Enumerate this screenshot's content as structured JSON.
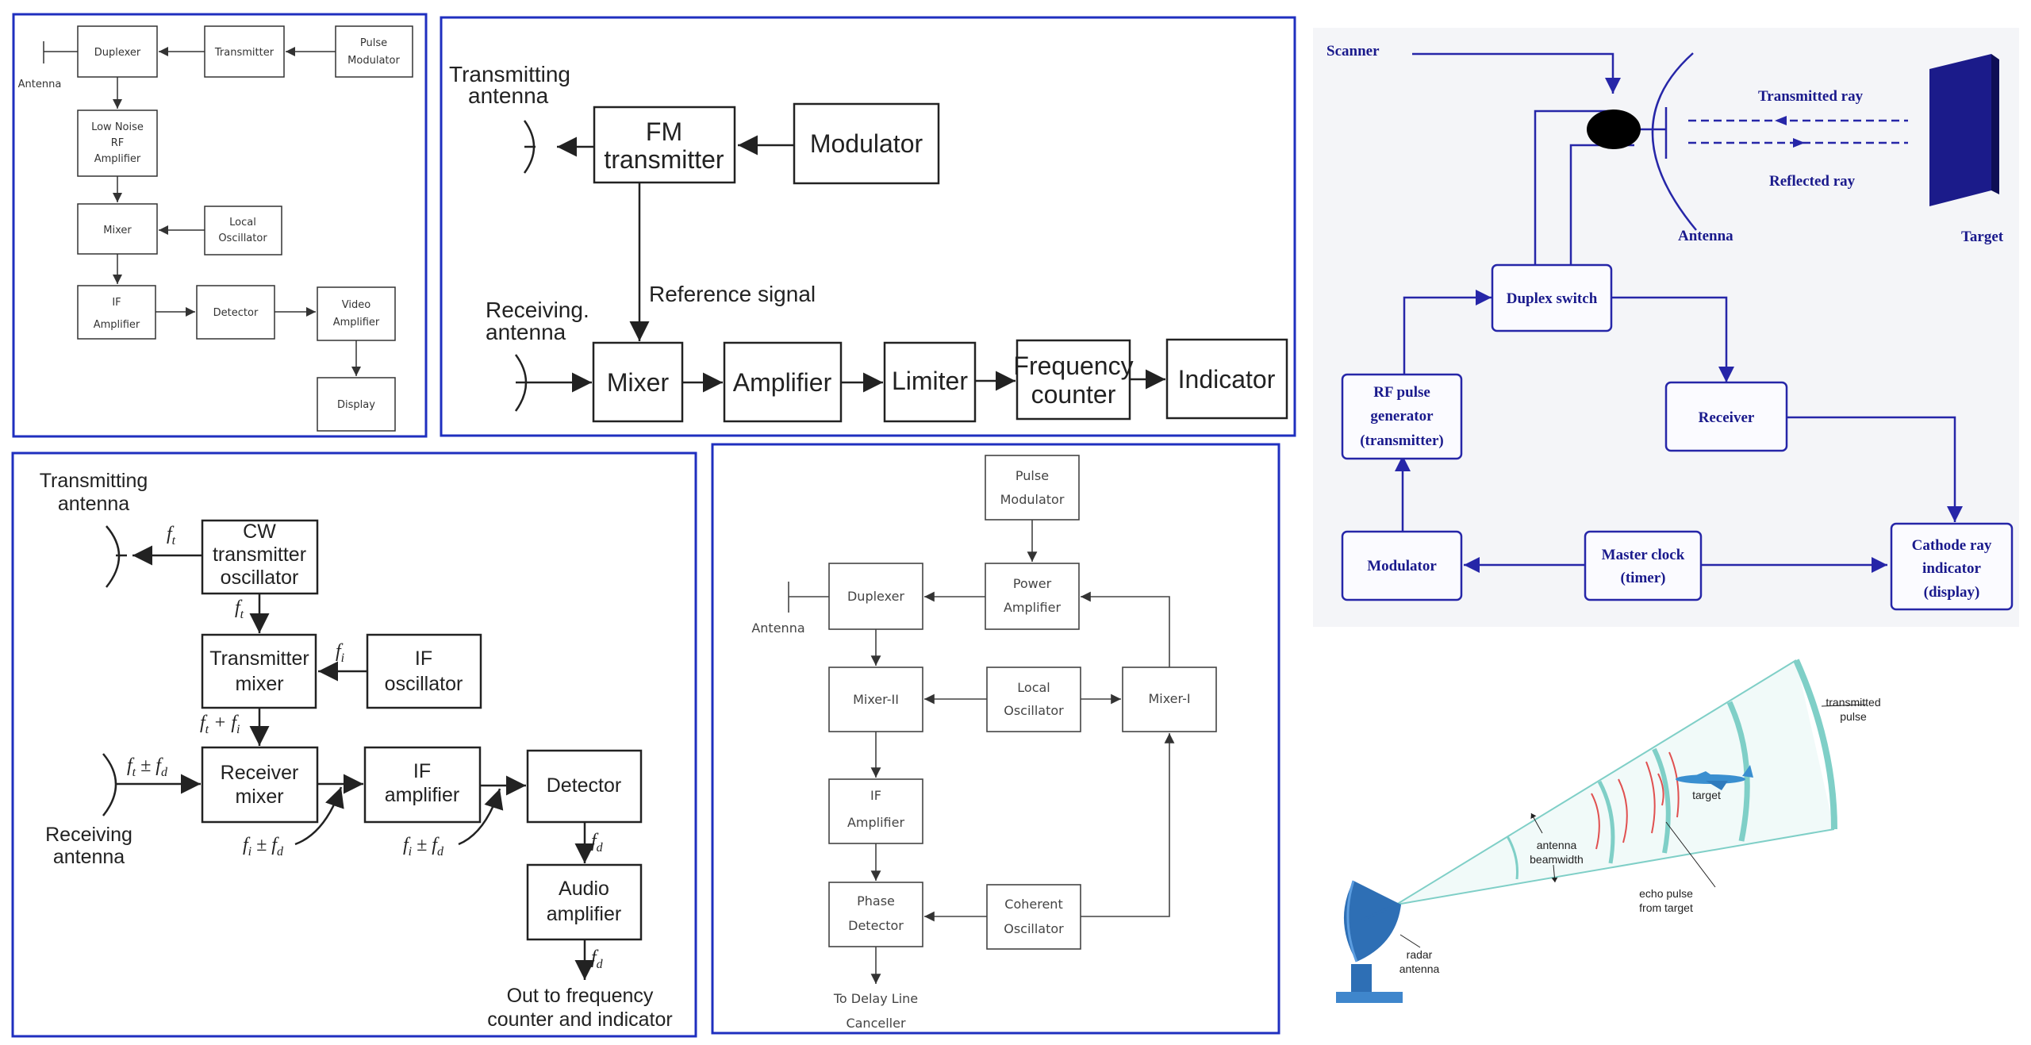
{
  "colors": {
    "panel_border": "#1f2fbf",
    "radar_blue": "#2626a8",
    "radar_bg": "#f4f5f8",
    "cone": "#7fcfc7",
    "echo": "#e05050",
    "dish": "#2e6fb5"
  },
  "d1": {
    "antenna": "Antenna",
    "duplexer": "Duplexer",
    "transmitter": "Transmitter",
    "pulse_modulator": [
      "Pulse",
      "Modulator"
    ],
    "lna": [
      "Low Noise",
      "RF",
      "Amplifier"
    ],
    "mixer": "Mixer",
    "local_oscillator": [
      "Local",
      "Oscillator"
    ],
    "if_amplifier": [
      "IF",
      "Amplifier"
    ],
    "detector": "Detector",
    "video_amplifier": [
      "Video",
      "Amplifier"
    ],
    "display": "Display"
  },
  "d2": {
    "transmitting_antenna": [
      "Transmitting",
      "antenna"
    ],
    "fm_transmitter": [
      "FM",
      "transmitter"
    ],
    "modulator": "Modulator",
    "reference_signal": "Reference signal",
    "receiving_antenna": [
      "Receiving.",
      "antenna"
    ],
    "mixer": "Mixer",
    "amplifier": "Amplifier",
    "limiter": "Limiter",
    "frequency_counter": [
      "Frequency",
      "counter"
    ],
    "indicator": "Indicator"
  },
  "d3": {
    "scanner": "Scanner",
    "transmitted_ray": "Transmitted ray",
    "reflected_ray": "Reflected ray",
    "antenna": "Antenna",
    "target": "Target",
    "duplex_switch": "Duplex switch",
    "rf_pulse": [
      "RF pulse",
      "generator",
      "(transmitter)"
    ],
    "receiver": "Receiver",
    "modulator": "Modulator",
    "master_clock": [
      "Master clock",
      "(timer)"
    ],
    "crt": [
      "Cathode ray",
      "indicator",
      "(display)"
    ]
  },
  "d4": {
    "transmitting_antenna": [
      "Transmitting",
      "antenna"
    ],
    "cw_oscillator": [
      "CW",
      "transmitter",
      "oscillator"
    ],
    "transmitter_mixer": [
      "Transmitter",
      "mixer"
    ],
    "if_oscillator": [
      "IF",
      "oscillator"
    ],
    "receiver_mixer": [
      "Receiver",
      "mixer"
    ],
    "if_amplifier": [
      "IF",
      "amplifier"
    ],
    "detector": "Detector",
    "audio_amplifier": [
      "Audio",
      "amplifier"
    ],
    "receiving_antenna": [
      "Receiving",
      "antenna"
    ],
    "out": [
      "Out to frequency",
      "counter and indicator"
    ],
    "f_t": "f",
    "sub_t": "t",
    "f_i": "f",
    "sub_i": "i",
    "f_d": "f",
    "sub_d": "d",
    "ft_plus_fi": "fₜ + fᵢ",
    "ft_pm_fd": "fₜ ± f_d",
    "fi_pm_fd": "fᵢ ± f_d"
  },
  "d5": {
    "pulse_modulator": [
      "Pulse",
      "Modulator"
    ],
    "power_amplifier": [
      "Power",
      "Amplifier"
    ],
    "duplexer": "Duplexer",
    "antenna": "Antenna",
    "mixer2": "Mixer-II",
    "local_oscillator": [
      "Local",
      "Oscillator"
    ],
    "mixer1": "Mixer-I",
    "if_amplifier": [
      "IF",
      "Amplifier"
    ],
    "phase_detector": [
      "Phase",
      "Detector"
    ],
    "coherent_oscillator": [
      "Coherent",
      "Oscillator"
    ],
    "to_delay": [
      "To Delay Line",
      "Canceller"
    ]
  },
  "d6": {
    "transmitted_pulse": [
      "transmitted",
      "pulse"
    ],
    "target": "target",
    "antenna_beamwidth": [
      "antenna",
      "beamwidth"
    ],
    "echo_pulse": [
      "echo pulse",
      "from target"
    ],
    "radar_antenna": [
      "radar",
      "antenna"
    ]
  }
}
